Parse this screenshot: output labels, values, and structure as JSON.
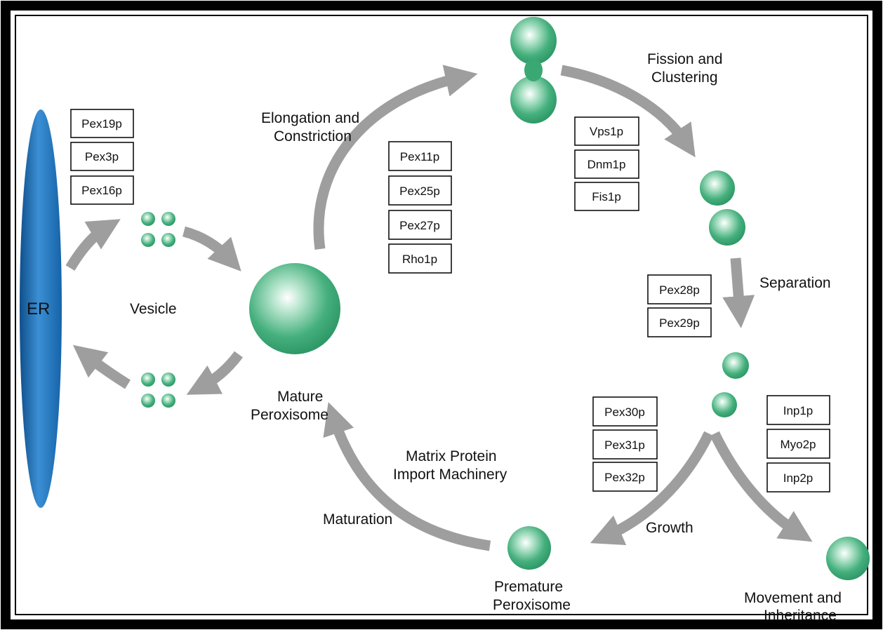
{
  "labels": {
    "er": "ER",
    "vesicle": "Vesicle",
    "mature_1": "Mature",
    "mature_2": "Peroxisome",
    "elongation_1": "Elongation and",
    "elongation_2": "Constriction",
    "fission_1": "Fission and",
    "fission_2": "Clustering",
    "separation": "Separation",
    "growth": "Growth",
    "movement_1": "Movement and",
    "movement_2": "Inheritance",
    "premature_1": "Premature",
    "premature_2": "Peroxisome",
    "matrix_1": "Matrix Protein",
    "matrix_2": "Import Machinery",
    "maturation": "Maturation"
  },
  "protein_groups": {
    "er_budding": [
      "Pex19p",
      "Pex3p",
      "Pex16p"
    ],
    "elongation": [
      "Pex11p",
      "Pex25p",
      "Pex27p",
      "Rho1p"
    ],
    "fission": [
      "Vps1p",
      "Dnm1p",
      "Fis1p"
    ],
    "separation": [
      "Pex28p",
      "Pex29p"
    ],
    "growth": [
      "Pex30p",
      "Pex31p",
      "Pex32p"
    ],
    "inheritance": [
      "Inp1p",
      "Myo2p",
      "Inp2p"
    ]
  },
  "colors": {
    "er": "#1f6fb5",
    "peroxisome": "#3aa872",
    "arrow": "#9e9e9e",
    "frame": "#000000"
  }
}
